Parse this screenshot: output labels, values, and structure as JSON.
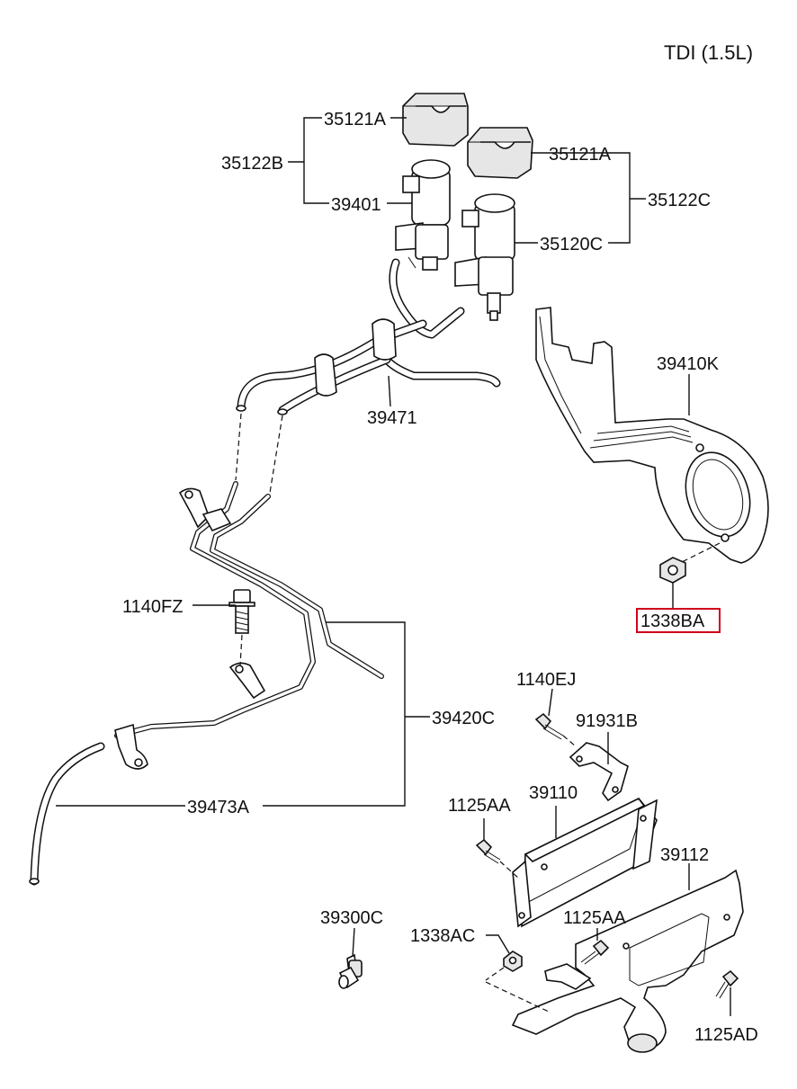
{
  "diagram": {
    "title": "TDI (1.5L)",
    "highlighted_part": "1338BA",
    "labels": {
      "l35121A_top": "35121A",
      "l35122B": "35122B",
      "l39401": "39401",
      "l35121A_right": "35121A",
      "l35122C": "35122C",
      "l35120C": "35120C",
      "l39410K": "39410K",
      "l39471": "39471",
      "l1338BA": "1338BA",
      "l1140FZ": "1140FZ",
      "l39420C": "39420C",
      "l39473A": "39473A",
      "l1140EJ": "1140EJ",
      "l91931B": "91931B",
      "l1125AA_left": "1125AA",
      "l39110": "39110",
      "l39112": "39112",
      "l39300C": "39300C",
      "l1338AC": "1338AC",
      "l1125AA_right": "1125AA",
      "l1125AD": "1125AD"
    }
  }
}
